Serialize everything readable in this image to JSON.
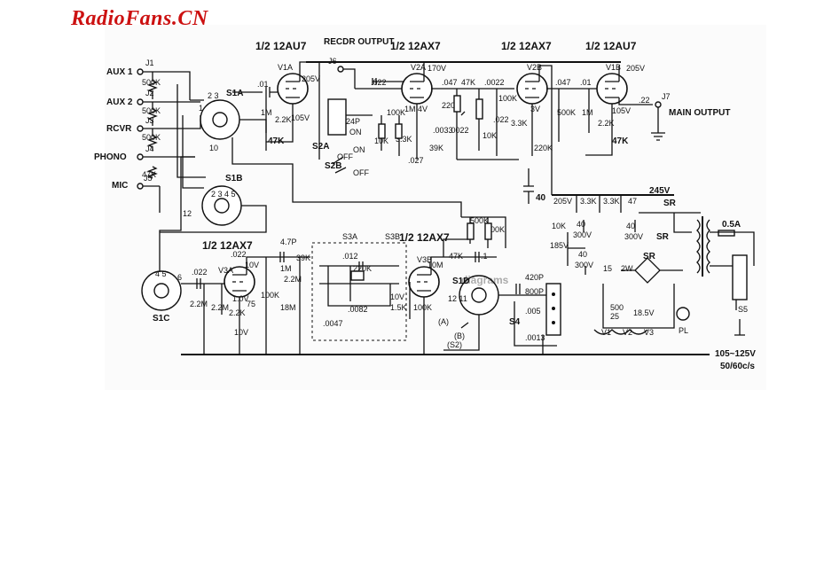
{
  "watermark": "RadioFans.CN",
  "tubes": {
    "v1a": {
      "type": "1/2 12AU7",
      "ref": "V1A",
      "plate": "205V"
    },
    "v2a": {
      "type": "1/2 12AX7",
      "ref": "V2A",
      "plate": "170V"
    },
    "v2b": {
      "type": "1/2 12AX7",
      "ref": "V2B"
    },
    "v1b": {
      "type": "1/2 12AU7",
      "ref": "V1B",
      "plate": "205V"
    },
    "v3a": {
      "type": "1/2 12AX7",
      "ref": "V3A"
    },
    "v3b": {
      "type": "1/2 12AX7",
      "ref": "V3B"
    }
  },
  "inputs": [
    "AUX 1",
    "AUX 2",
    "RCVR",
    "PHONO",
    "MIC"
  ],
  "jacks": [
    "J1",
    "J2",
    "J3",
    "J4",
    "J5",
    "J6",
    "J7"
  ],
  "switches": [
    "S1A",
    "S1B",
    "S1C",
    "S1D",
    "S2A",
    "S2B",
    "S3A",
    "S3B",
    "S4",
    "S5"
  ],
  "labels": {
    "recdr_output": "RECDR OUTPUT",
    "main_output": "MAIN OUTPUT",
    "mains": "105~125V",
    "mains_freq": "50/60c/s",
    "on": "ON",
    "off": "OFF",
    "sr": "SR",
    "fuse": "0.5A"
  },
  "values": {
    "c_01a": ".01",
    "c_022a": ".022",
    "c_047a": ".047",
    "c_0022": ".0022",
    "c_047b": ".047",
    "c_01b": ".01",
    "c_22": ".22",
    "r_1m": "1M",
    "r_2_2k": "2.2K",
    "r_47k_a": "47K",
    "v_105": "105V",
    "c_24p": "24P",
    "r_10k": "10K",
    "r_3_3k": "3.3K",
    "r_100k": "100K",
    "r_1m_4v": "1M 4V",
    "c_220p": "220P",
    "r_39k": "39K",
    "c_0033": ".0033",
    "c_0022b": ".0022",
    "r_47k_b": "47K",
    "c_022b": ".022",
    "r_100k_b": "100K",
    "r_3_3k_b": "3.3K",
    "v_3": "3V",
    "r_220k": "220K",
    "r_10k_b": "10K",
    "r_500k": "500K",
    "v_105b": "105V",
    "r_2_2k_b": "2.2K",
    "r_47k_c": "47K",
    "c_40": "40",
    "v_205": "205V",
    "r_3_3k_p1": "3.3K",
    "r_3_3k_p2": "3.3K",
    "r_47": "47",
    "v_245": "245V",
    "r_10k_p": "10K",
    "c_40a": "40",
    "c_300v_a": "300V",
    "c_40b": "40",
    "c_300v_b": "300V",
    "v_185": "185V",
    "c_40c": "40",
    "c_300v_c": "300V",
    "r_15": "15",
    "r_2w": "2W",
    "r_500": "500",
    "r_25": "25",
    "v_18_5": "18.5V",
    "c_022c": ".022",
    "c_4_7p": "4.7P",
    "r_39k_c": "39K",
    "r_1m_c": "1M",
    "r_2_2m": "2.2M",
    "v_10": "10V",
    "c_012": ".012",
    "r_220k_c": "220K",
    "r_100k_c": "100K",
    "r_18m": "18M",
    "c_0082": ".0082",
    "c_0047": ".0047",
    "r_2_2m_b": "2.2M",
    "r_2_2m_c": "2.2M",
    "c_022d": ".022",
    "r_1m_d": "1M",
    "r_10v": "10V",
    "r_75": "75",
    "r_2_2k_c": "2.2K",
    "r_10m": "10M",
    "r_15k": "1.5K",
    "v_10b": "10V",
    "r_47k_d": "47K",
    "c_1": ".1",
    "r_100k_d": "100K",
    "r_500k_b": "500K",
    "c_420p": "420P",
    "c_800p": "800P",
    "c_005": ".005",
    "c_0013": ".0013",
    "r_500k_c": "500K",
    "r_1m_e": "1M",
    "r_47k_e": "47K",
    "r_47k_f": "47K"
  }
}
